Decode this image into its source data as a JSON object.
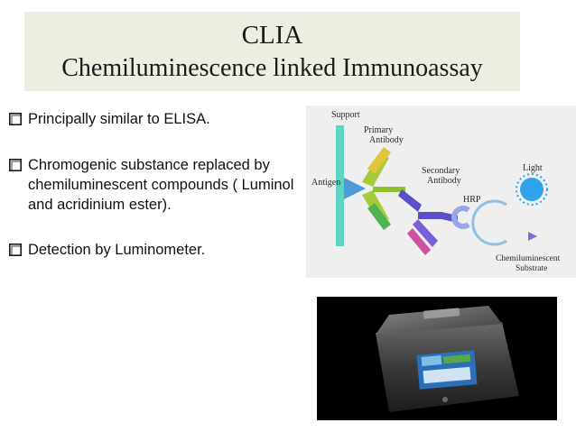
{
  "slide": {
    "title_line1": "CLIA",
    "title_line2": "Chemiluminescence linked Immunoassay",
    "bullets": [
      "Principally similar to ELISA.",
      "Chromogenic substance replaced by chemiluminescent compounds ( Luminol and acridinium ester).",
      "Detection by Luminometer."
    ]
  },
  "diagram": {
    "labels": {
      "support": "Support",
      "primary_antibody": "Primary Antibody",
      "antigen": "Antigen",
      "secondary_antibody": "Secondary Antibody",
      "hrp": "HRP",
      "light": "Light",
      "chemiluminescent_substrate": "Chemiluminescent Substrate"
    }
  },
  "colors": {
    "title_bg": "#eeede1",
    "bullet_box": "#1a1a1a",
    "support": "#5fd3c4",
    "antigen": "#4d9ad8",
    "primary_antibody": "#a6cc3c",
    "secondary_antibody": "#5b4fc7",
    "light": "#2fa2ec"
  },
  "icons": {
    "bullet": "hollow-square-icon"
  }
}
